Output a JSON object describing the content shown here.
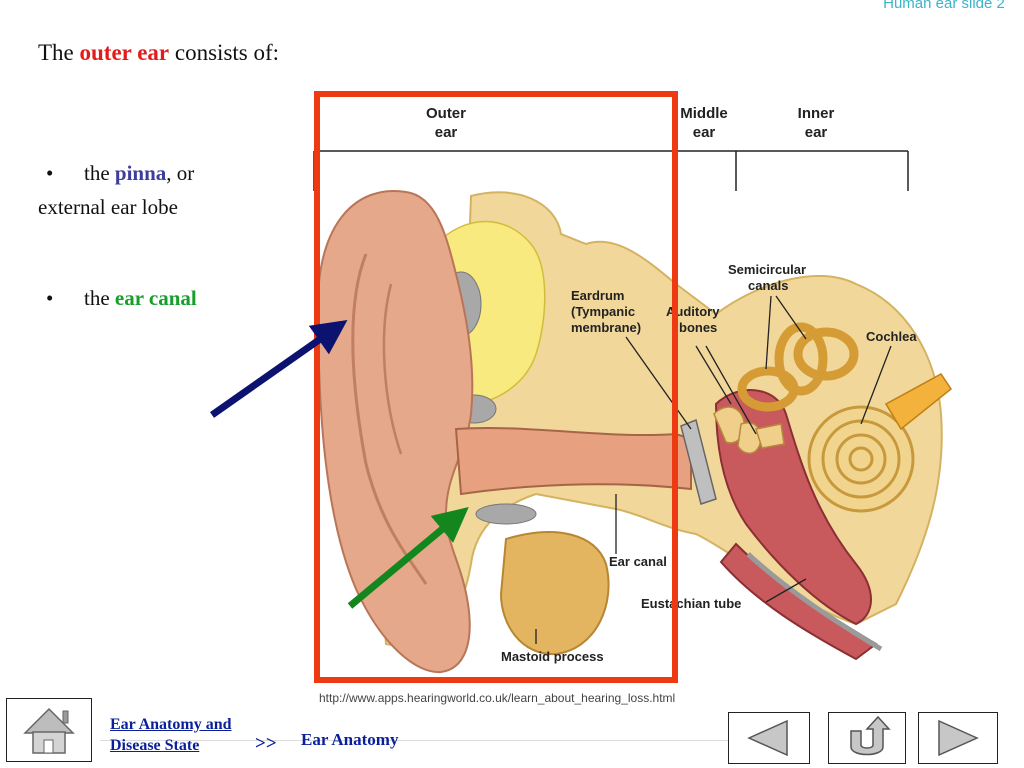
{
  "slide": {
    "corner_label": "Human ear slide 2",
    "heading": {
      "pre": "The ",
      "term": "outer ear",
      "post": " consists of:"
    },
    "bullets": [
      {
        "marker": "•",
        "pre": "the ",
        "term": "pinna",
        "post": ", or",
        "line2": "external ear lobe"
      },
      {
        "marker": "•",
        "pre": "the ",
        "term": "ear canal",
        "post": ""
      }
    ]
  },
  "diagram": {
    "header_labels": {
      "outer_1": "Outer",
      "outer_2": "ear",
      "middle_1": "Middle",
      "middle_2": "ear",
      "inner_1": "Inner",
      "inner_2": "ear"
    },
    "labels": {
      "eardrum_1": "Eardrum",
      "eardrum_2": "(Tympanic",
      "eardrum_3": "membrane)",
      "auditory_1": "Auditory",
      "auditory_2": "bones",
      "semicircular_1": "Semicircular",
      "semicircular_2": "canals",
      "cochlea": "Cochlea",
      "ear_canal": "Ear canal",
      "eustachian": "Eustachian tube",
      "mastoid": "Mastoid process"
    },
    "highlight_color": "#ee3a12",
    "arrow_colors": {
      "pinna": "#0b1270",
      "canal": "#13871e"
    }
  },
  "source_url": "http://www.apps.hearingworld.co.uk/learn_about_hearing_loss.html",
  "breadcrumb": {
    "link_1": "Ear Anatomy and",
    "link_2": "Disease State",
    "separator": ">>",
    "current": "Ear Anatomy"
  },
  "nav": {
    "home": "home-icon",
    "back": "triangle-left-icon",
    "return": "u-turn-icon",
    "forward": "triangle-right-icon"
  }
}
